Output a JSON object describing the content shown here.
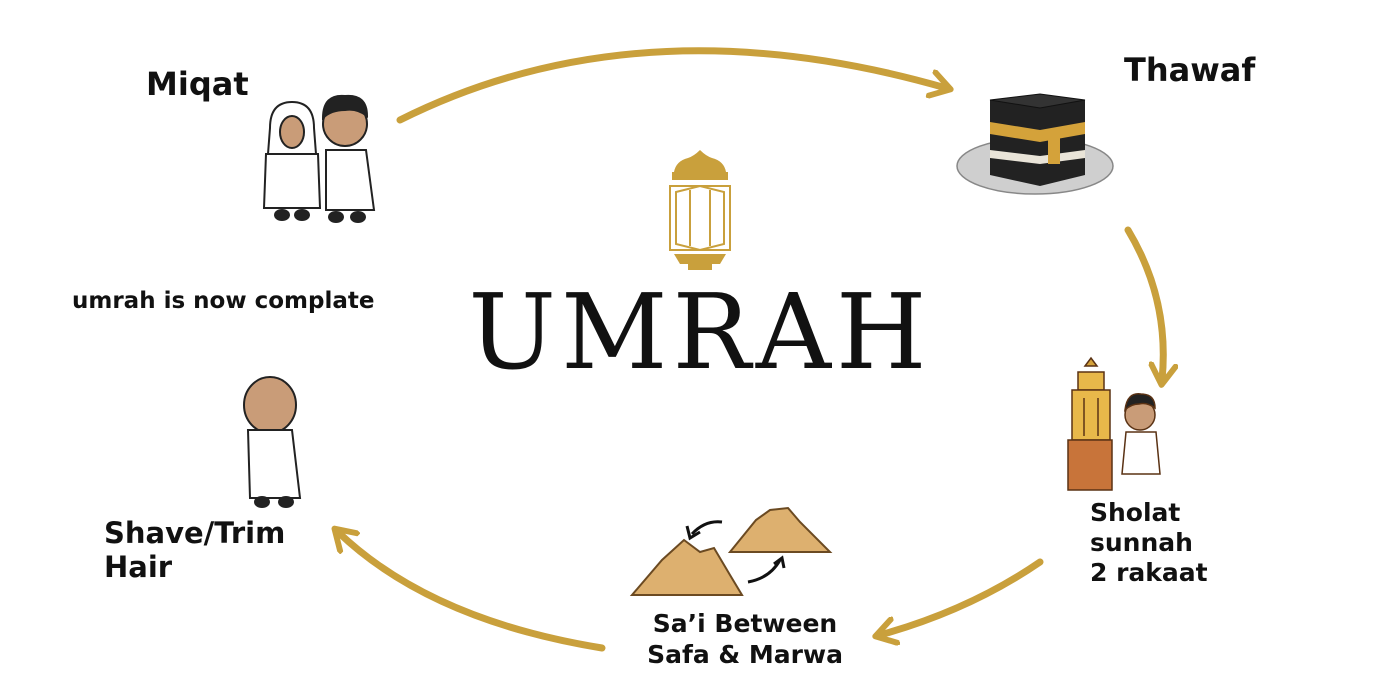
{
  "title": "UMRAH",
  "steps": {
    "miqat": "Miqat",
    "thawaf": "Thawaf",
    "sholat": [
      "Sholat",
      "sunnah",
      "2 rakaat"
    ],
    "sai": [
      "Sa’i Between",
      "Safa & Marwa"
    ],
    "shave": [
      "Shave/Trim",
      "Hair"
    ]
  },
  "completion_note": "umrah is now complate",
  "colors": {
    "arrow": "#c9a03c",
    "text": "#111111",
    "lantern": "#c9a03c",
    "kaaba_gold": "#d4a23a",
    "mountain": "#ddb06f"
  },
  "icons": [
    "pilgrims-couple-icon",
    "kaaba-icon",
    "lantern-icon",
    "minaret-prayer-icon",
    "mountains-icon",
    "shaved-pilgrim-icon"
  ]
}
